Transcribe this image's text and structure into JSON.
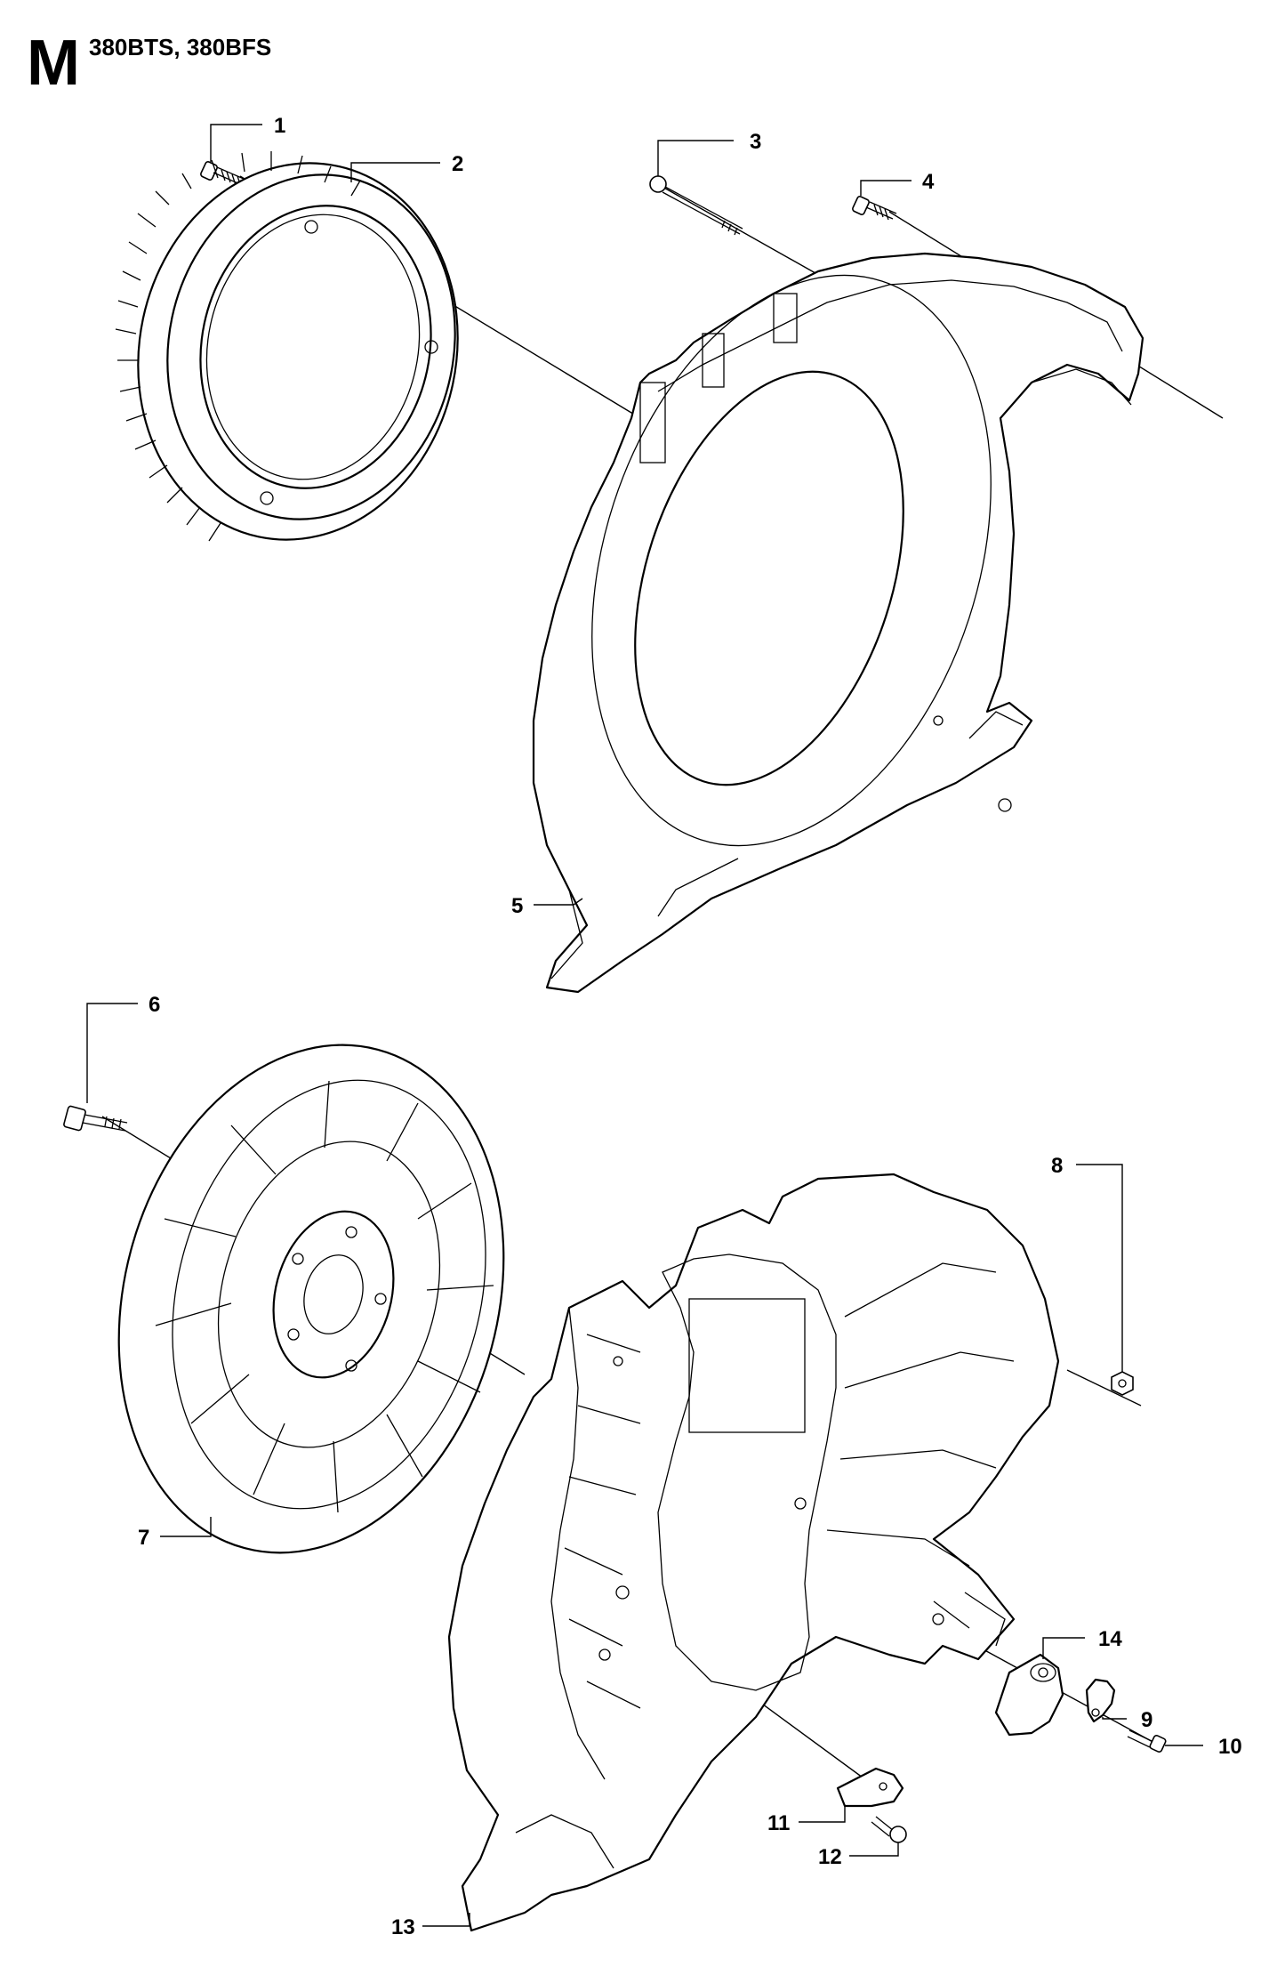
{
  "header": {
    "section_letter": "M",
    "models": "380BTS, 380BFS"
  },
  "callouts": [
    {
      "id": "c1",
      "label": "1"
    },
    {
      "id": "c2",
      "label": "2"
    },
    {
      "id": "c3",
      "label": "3"
    },
    {
      "id": "c4",
      "label": "4"
    },
    {
      "id": "c5",
      "label": "5"
    },
    {
      "id": "c6",
      "label": "6"
    },
    {
      "id": "c7",
      "label": "7"
    },
    {
      "id": "c8",
      "label": "8"
    },
    {
      "id": "c9",
      "label": "9"
    },
    {
      "id": "c10",
      "label": "10"
    },
    {
      "id": "c11",
      "label": "11"
    },
    {
      "id": "c12",
      "label": "12"
    },
    {
      "id": "c13",
      "label": "13"
    },
    {
      "id": "c14",
      "label": "14"
    }
  ]
}
